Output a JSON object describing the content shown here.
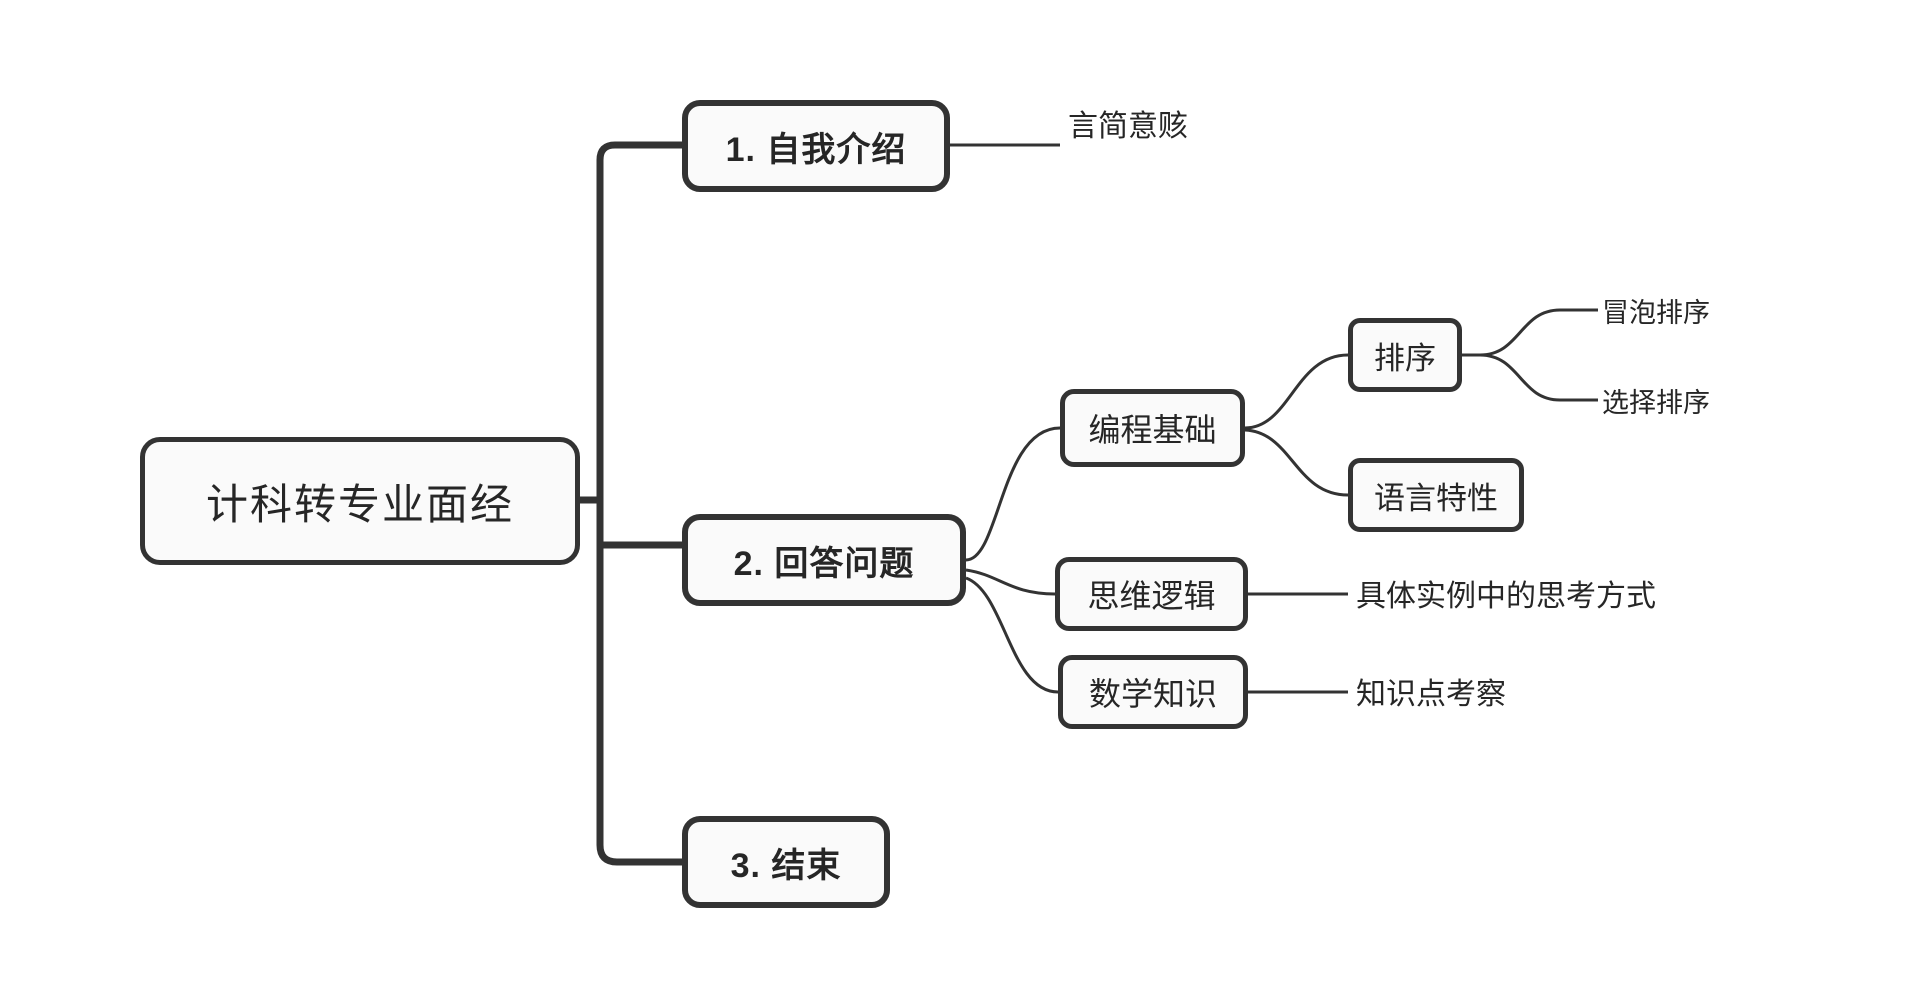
{
  "diagram": {
    "title": "计科转专业面经",
    "type": "mindmap",
    "background_color": "#ffffff",
    "line_color": "#333333",
    "node_fill": "#fafafa",
    "text_color": "#262626"
  },
  "root": {
    "label": "计科转专业面经"
  },
  "branches": [
    {
      "label": "1. 自我介绍",
      "leaf": "言简意赅"
    },
    {
      "label": "2. 回答问题",
      "children": [
        {
          "label": "编程基础",
          "children": [
            {
              "label": "排序",
              "leaves": [
                "冒泡排序",
                "选择排序"
              ]
            },
            {
              "label": "语言特性"
            }
          ]
        },
        {
          "label": "思维逻辑",
          "leaf": "具体实例中的思考方式"
        },
        {
          "label": "数学知识",
          "leaf": "知识点考察"
        }
      ]
    },
    {
      "label": "3. 结束"
    }
  ]
}
